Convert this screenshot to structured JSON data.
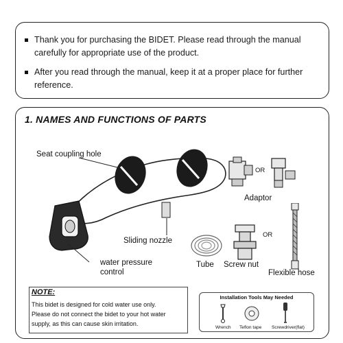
{
  "intro": {
    "bullet1": "Thank you for purchasing the BIDET. Please read through the manual",
    "bullet1b": "carefully for appropriate use of the product.",
    "bullet2": "After you read through the manual, keep it at a proper place for further",
    "bullet2b": "reference."
  },
  "section": {
    "title": "1. NAMES AND FUNCTIONS OF PARTS",
    "labels": {
      "seat_coupling_hole": "Seat coupling hole",
      "adaptor": "Adaptor",
      "or1": "OR",
      "or2": "OR",
      "sliding_nozzle": "Sliding nozzle",
      "water_pressure_1": "water pressure",
      "water_pressure_2": "control",
      "tube": "Tube",
      "screw_nut": "Screw nut",
      "flexible_hose": "Flexible hose"
    }
  },
  "note": {
    "title": "NOTE:",
    "line1": "This bidet is designed for cold water use only.",
    "line2": "Please do not connect the bidet to your hot water",
    "line3": "supply, as this can cause skin irritation."
  },
  "tools": {
    "title": "Installation Tools May Needed",
    "wrench": "Wrench",
    "teflon": "Teflon tape",
    "screwdriver": "Screwdriver(flat)"
  }
}
